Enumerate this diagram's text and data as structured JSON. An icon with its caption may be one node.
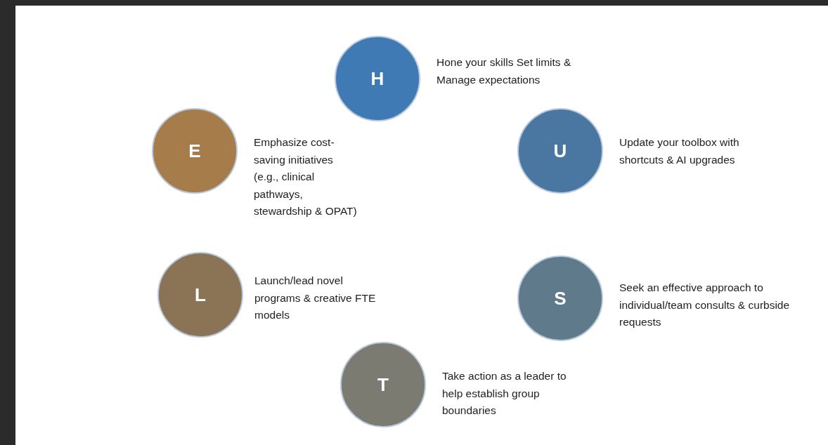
{
  "diagram": {
    "nodes": [
      {
        "text": [
          "H"
        ],
        "beside": [
          "Hone your skills Set limits & Manage expectations"
        ]
      },
      {
        "text": [
          "E"
        ],
        "beside": [
          "Emphasize cost-saving initiatives (e.g., clinical pathways, stewardship & OPAT)"
        ]
      },
      {
        "text": [
          "U"
        ],
        "beside": [
          "Update your toolbox with shortcuts & AI upgrades"
        ]
      },
      {
        "text": [
          "L"
        ],
        "beside": [
          "Launch/lead novel programs & creative FTE models"
        ]
      },
      {
        "text": [
          "S"
        ],
        "beside": [
          "Seek an effective approach to individual/team consults & curbside requests"
        ]
      },
      {
        "text": [
          "T"
        ],
        "beside": [
          "Take action as a leader to help establish group boundaries"
        ]
      }
    ]
  }
}
